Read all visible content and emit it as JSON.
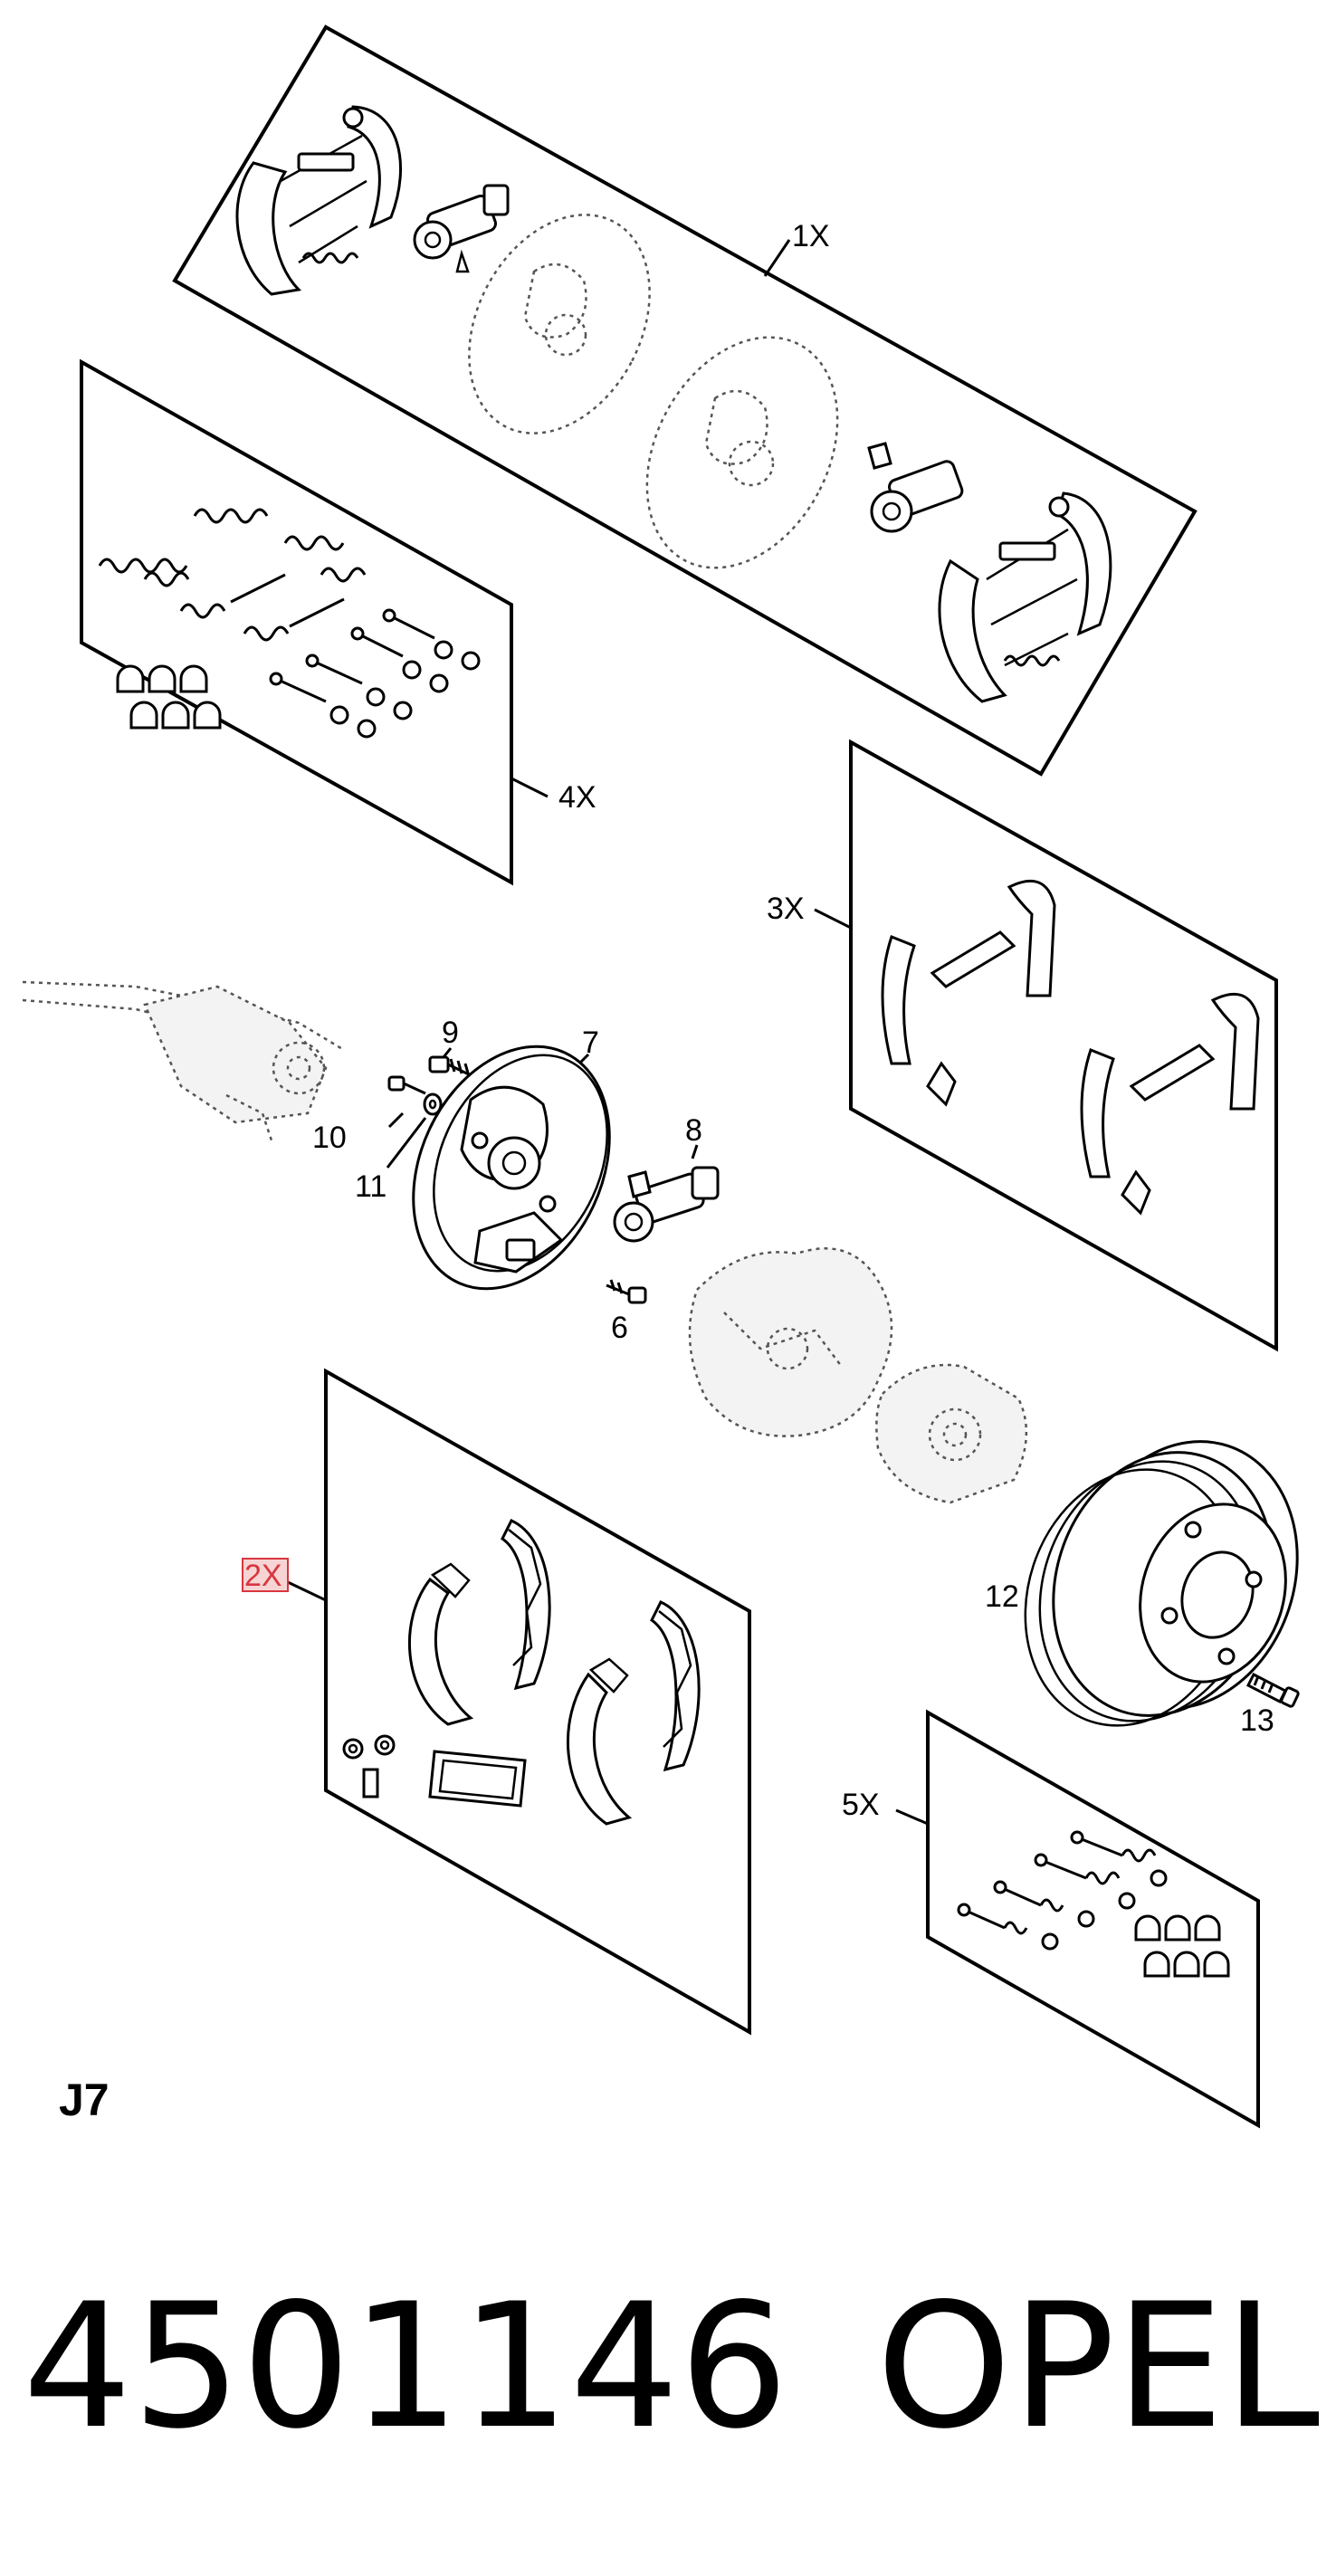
{
  "diagram_code": "J7",
  "part_number": "4501146",
  "brand": "OPEL",
  "kit_labels": {
    "k1": "1X",
    "k2": "2X",
    "k3": "3X",
    "k4": "4X",
    "k5": "5X"
  },
  "part_labels": {
    "p6": "6",
    "p7": "7",
    "p8": "8",
    "p9": "9",
    "p10": "10",
    "p11": "11",
    "p12": "12",
    "p13": "13"
  },
  "colors": {
    "line": "#000000",
    "highlight": "#d8363f",
    "highlight_fill": "#f7d4d4",
    "ghost": "#555555"
  }
}
